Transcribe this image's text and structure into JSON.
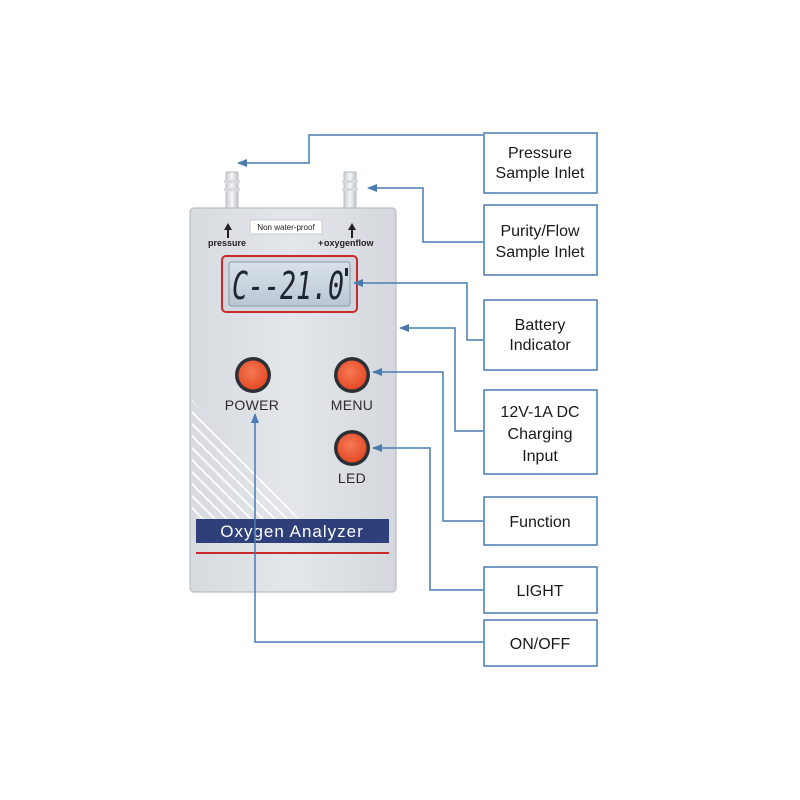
{
  "device": {
    "warning_label": "Non water-proof",
    "port_left": "pressure",
    "port_right": "oxygenflow",
    "lcd_reading": "C--21.0",
    "buttons": {
      "power": "POWER",
      "menu": "MENU",
      "led": "LED"
    },
    "brand": "Oxygen Analyzer",
    "colors": {
      "body": "#dfe3e7",
      "button": "#ec5a34",
      "brand_band": "#2f3f7a",
      "lcd_frame": "#cc2a2a",
      "callout": "#4a7bb0"
    }
  },
  "callouts": [
    {
      "id": "pressure",
      "lines": [
        "Pressure",
        "Sample Inlet"
      ]
    },
    {
      "id": "purity",
      "lines": [
        "Purity/Flow",
        "Sample Inlet"
      ]
    },
    {
      "id": "battery",
      "lines": [
        "Battery",
        "Indicator"
      ]
    },
    {
      "id": "charging",
      "lines": [
        "12V-1A DC",
        "Charging",
        "Input"
      ]
    },
    {
      "id": "function",
      "lines": [
        "Function"
      ]
    },
    {
      "id": "light",
      "lines": [
        "LIGHT"
      ]
    },
    {
      "id": "onoff",
      "lines": [
        "ON/OFF"
      ]
    }
  ]
}
